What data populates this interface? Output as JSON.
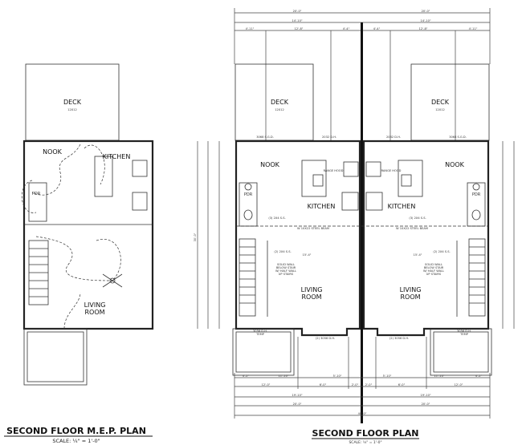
{
  "mep_plan": {
    "title": "SECOND FLOOR M.E.P. PLAN",
    "scale": "SCALE: ¼\" = 1'-0\"",
    "rooms": {
      "deck": "DECK",
      "deck_size": "12X12",
      "nook": "NOOK",
      "kitchen": "KITCHEN",
      "pdr": "PDR",
      "living": "LIVING",
      "room": "ROOM"
    }
  },
  "floor_plan": {
    "title": "SECOND FLOOR PLAN",
    "scale": "SCALE: ¼\" = 1'-0\"",
    "rooms": {
      "deck": "DECK",
      "deck_size": "12X12",
      "nook": "NOOK",
      "kitchen": "KITCHEN",
      "pdr": "PDR",
      "living": "LIVING",
      "room": "ROOM"
    },
    "notes": {
      "sgd": "3068 S.G.D.",
      "dh": "2032 D.H.",
      "header": "(3) 2X4 S.S.",
      "header2": "(2) 2X4 S.S.",
      "beam": "W 10X22 STEEL BEAM",
      "stair_note_1": "SOLID WALL",
      "stair_note_2": "BELOW STAIR",
      "stair_note_3": "W/ HALF WALL",
      "stair_note_4": "UP STAIRS",
      "window_temp": "3056 D.H.",
      "temp": "TEMP",
      "window_pair": "(2) 3056 D.H.",
      "range_hood": "RANGE HOOD"
    },
    "dims": {
      "half": "20'-0\"",
      "overall": "40'-0\"",
      "top_mid": "14'-10\"",
      "top_a": "4'-11\"",
      "top_b": "12'-8\"",
      "top_c": "4'-4\"",
      "bot_a": "4'-2\"",
      "bot_b": "11'-10\"",
      "bot_c": "5'-10\"",
      "bot_d": "12'-0\"",
      "bot_e": "6'-0\"",
      "bot_f": "2'-0\"",
      "bot_mid": "19'-10\"",
      "living_w": "15'-4\"",
      "side": "30'-0\""
    }
  }
}
